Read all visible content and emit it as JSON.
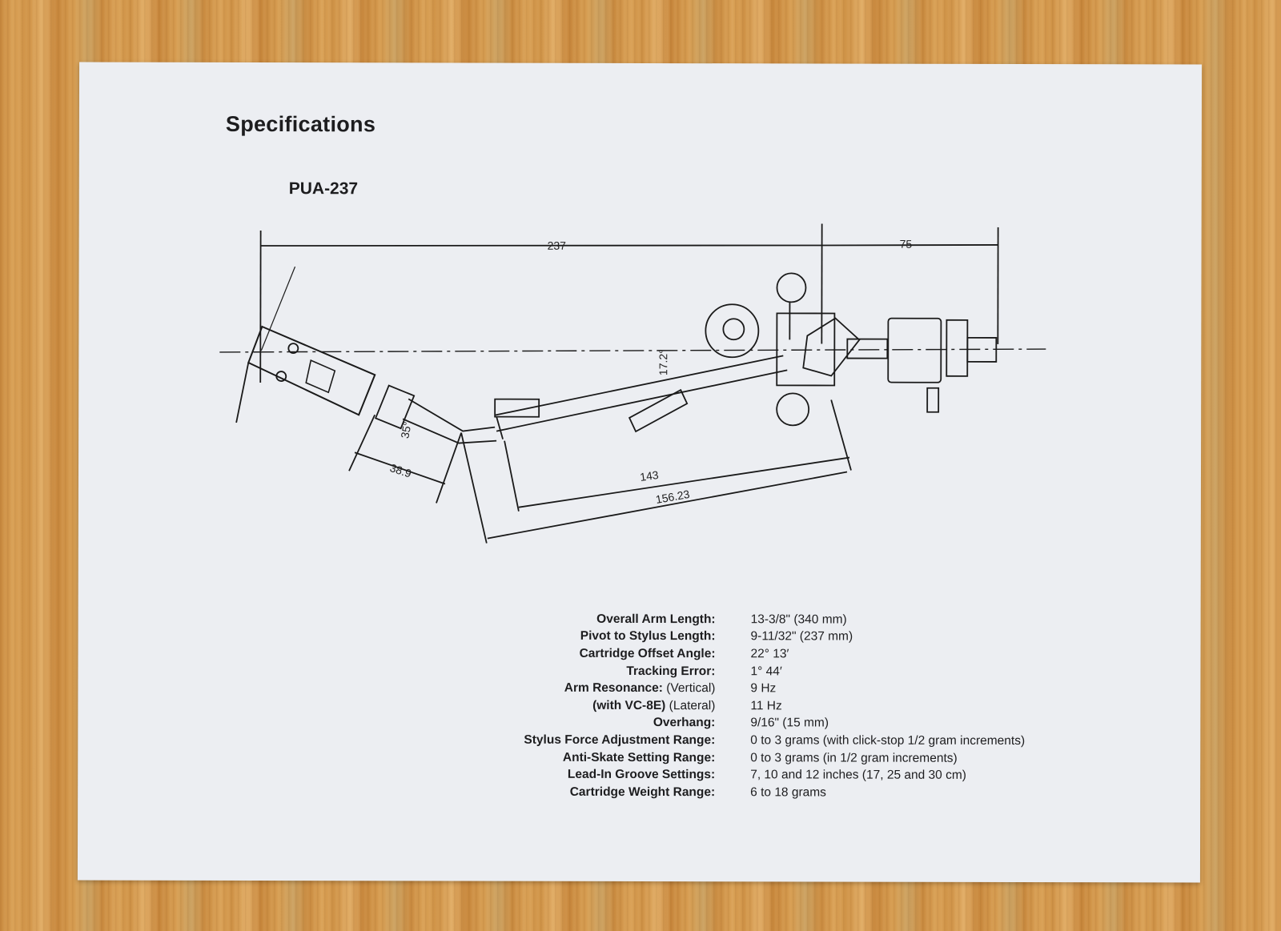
{
  "document": {
    "title": "Specifications",
    "model": "PUA-237"
  },
  "diagram": {
    "dims": {
      "d237": "237",
      "d75": "75",
      "d143": "143",
      "d15623": "156.23",
      "d389": "38.9",
      "d35": "35°",
      "d17": "17.2°"
    }
  },
  "specs": [
    {
      "label": "Overall Arm Length:",
      "sub": "",
      "value": "13-3/8\" (340 mm)"
    },
    {
      "label": "Pivot to Stylus Length:",
      "sub": "",
      "value": "9-11/32\" (237 mm)"
    },
    {
      "label": "Cartridge Offset Angle:",
      "sub": "",
      "value": "22° 13′"
    },
    {
      "label": "Tracking Error:",
      "sub": "",
      "value": "1° 44′"
    },
    {
      "label": "Arm Resonance:",
      "sub": "(Vertical)",
      "value": "9 Hz"
    },
    {
      "label": "(with VC-8E)",
      "sub": "(Lateral)",
      "value": "11 Hz"
    },
    {
      "label": "Overhang:",
      "sub": "",
      "value": "9/16\" (15 mm)"
    },
    {
      "label": "Stylus Force Adjustment Range:",
      "sub": "",
      "value": "0 to 3 grams (with click-stop 1/2 gram increments)"
    },
    {
      "label": "Anti-Skate Setting Range:",
      "sub": "",
      "value": "0 to 3 grams (in 1/2 gram increments)"
    },
    {
      "label": "Lead-In Groove Settings:",
      "sub": "",
      "value": "7, 10 and 12 inches (17, 25 and 30 cm)"
    },
    {
      "label": "Cartridge Weight Range:",
      "sub": "",
      "value": "6 to 18 grams"
    }
  ]
}
